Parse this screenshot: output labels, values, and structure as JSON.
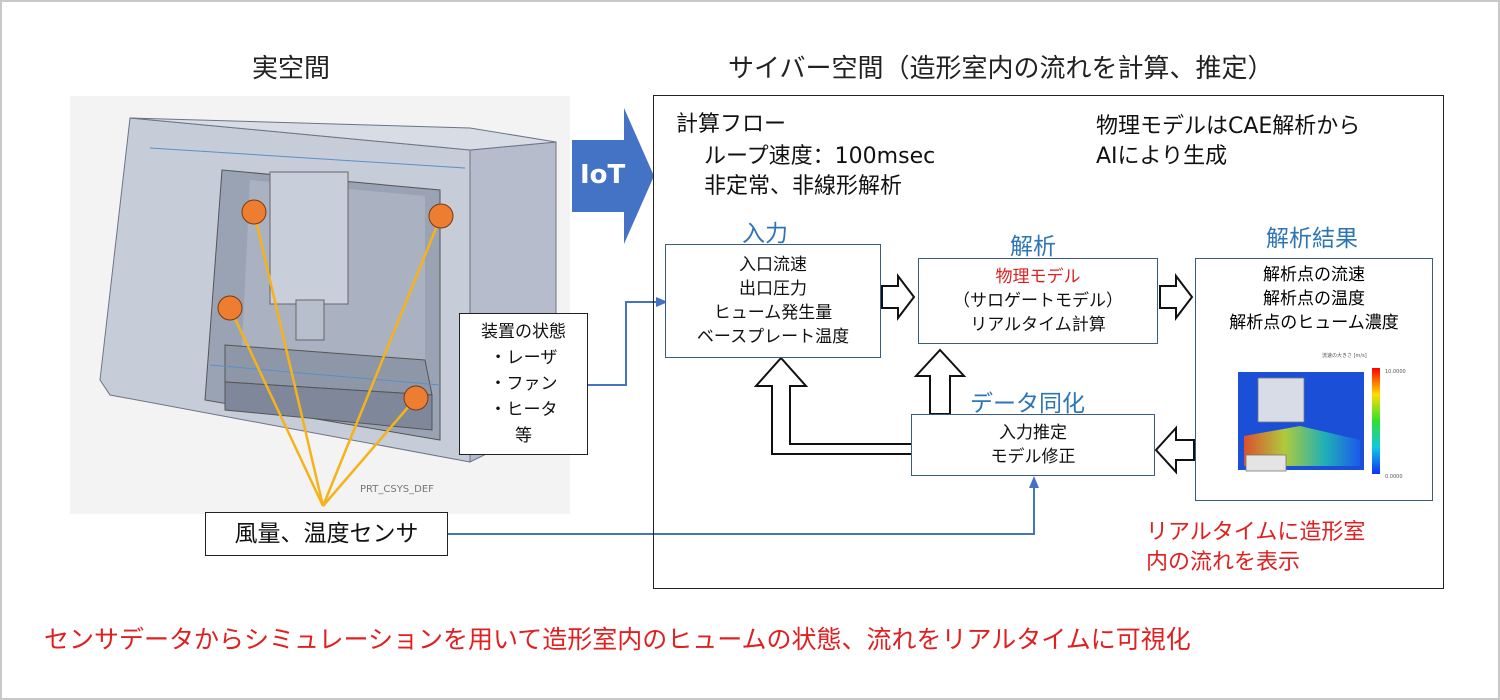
{
  "titles": {
    "real_space": "実空間",
    "cyber_space": "サイバー空間（造形室内の流れを計算、推定）"
  },
  "iot_label": "IoT",
  "sensor_label": "風量、温度センサ",
  "machine_overlay_text": "PRT_CSYS_DEF",
  "device_state": {
    "title": "装置の状態",
    "items": [
      "・レーザ",
      "・ファン",
      "・ヒータ",
      "等"
    ]
  },
  "calc_flow": {
    "title": "計算フロー",
    "loop_speed": "ループ速度：100msec",
    "method": "非定常、非線形解析"
  },
  "physics_note": {
    "line1": "物理モデルはCAE解析から",
    "line2": "AIにより生成"
  },
  "input": {
    "heading": "入力",
    "items": [
      "入口流速",
      "出口圧力",
      "ヒューム発生量",
      "ベースプレート温度"
    ]
  },
  "analysis": {
    "heading": "解析",
    "line1": "物理モデル",
    "line2": "（サロゲートモデル）",
    "line3": "リアルタイム計算"
  },
  "result": {
    "heading": "解析結果",
    "items": [
      "解析点の流速",
      "解析点の温度",
      "解析点のヒューム濃度"
    ],
    "legend_title": "流速の大きさ [m/s]",
    "legend_max": "10.0000",
    "legend_min": "0.0000"
  },
  "data_assim": {
    "heading": "データ同化",
    "line1": "入力推定",
    "line2": "モデル修正"
  },
  "realtime_note": {
    "line1": "リアルタイムに造形室",
    "line2": "内の流れを表示"
  },
  "caption": "センサデータからシミュレーションを用いて造形室内のヒュームの状態、流れをリアルタイムに可視化",
  "colors": {
    "accent_blue": "#4472c4",
    "heading_blue": "#2e75b6",
    "red": "#e02020",
    "sensor_orange": "#ed7d31",
    "sensor_line": "#f5b21a"
  }
}
